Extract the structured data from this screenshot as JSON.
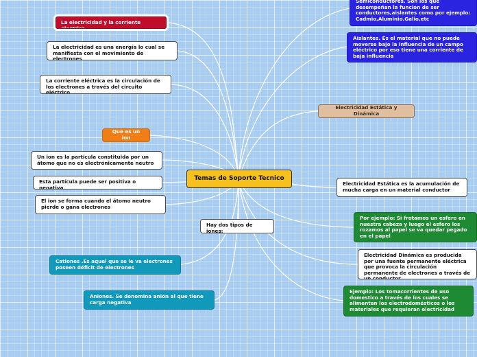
{
  "central": {
    "label": "Temas de Soporte Tecnico"
  },
  "nodes": {
    "electricidad_corriente": "La electricidad y la corriente electrica",
    "electricidad_energia": "La electricidad es una energía lo cual se manifiesta con el movimiento de electrones",
    "corriente_electrica": "La corriente eléctrica es la circulación de los electrones a través del circuito eléctrico",
    "que_es_ion": "Que es un ion",
    "ion_particula": "Un ion es la partícula constituida por un átomo que no es electrónicamente neutro",
    "particula_positiva": "Esta partícula puede ser positiva o negativa",
    "ion_forma": "El ion se forma cuando el átomo neutro pierde o gana electrones",
    "tipos_iones": "Hay dos tipos de iones:",
    "cationes": "Cationes .Es aquel que se le va electrones poseen déficit de electrones",
    "aniones": "Aniones. Se denomina anión al que tiene carga negativa",
    "semiconductores": "Semiconductores. Son los que desempeñan la funcion de ser conductores,aislantes como por ejemplo: Cadmio,Aluminio.Galio,etc",
    "aislantes": "Aislantes. Es el material que no puede moverse bajo la influencia de un campo eléctrico por eso tiene una corriente de baja influencia",
    "estatica_dinamica": "Electricidad Estática y Dinámica",
    "electricidad_estatica": "Electricidad Estática  es la acumulación de mucha carga en un material conductor",
    "ejemplo_frotamos": "Por ejemplo: Si frotamos un esfero en nuestra cabeza y luego el esfero los rozamos al papel se va quedar pegado en el papel",
    "electricidad_dinamica": "Electricidad Dinámica  es producida por una fuente permanente eléctrica que provoca la circulación permanente de electrones a través de un conductor",
    "ejemplo_tomacorrientes": "Ejemplo: Los tomacorrientes de uso domestico  a través de los cuales se alimentan los electrodomésticos o los materiales que requieran electricidad"
  },
  "colors": {
    "background": "#a9cdf0",
    "central": "#f6c01e",
    "red": "#c00d2c",
    "orange": "#f07e16",
    "teal": "#1199bb",
    "blue": "#2a23df",
    "green": "#1e8a33",
    "tan": "#dfbfa0"
  }
}
